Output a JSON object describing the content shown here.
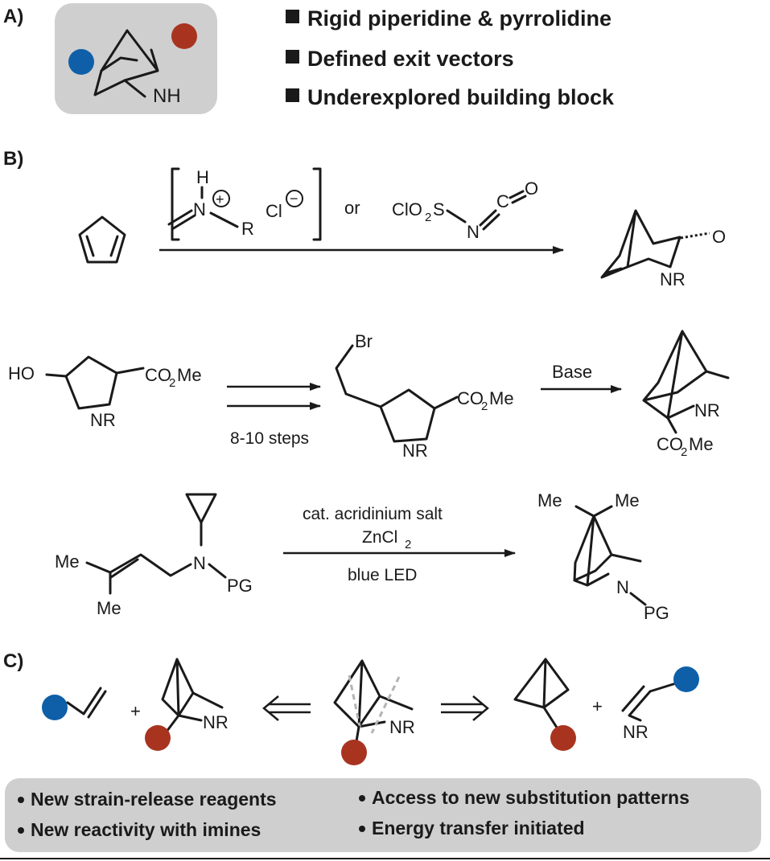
{
  "colors": {
    "blue": "#0e5fa8",
    "red": "#a83420",
    "panel": "#cfcfcf"
  },
  "section_a": {
    "label": "A)",
    "nh": "NH",
    "bullets": [
      "Rigid piperidine & pyrrolidine",
      "Defined exit vectors",
      "Underexplored building block"
    ]
  },
  "section_b": {
    "label": "B)",
    "row1": {
      "reagent_h": "H",
      "reagent_n": "N",
      "reagent_plus": "+",
      "reagent_r": "R",
      "reagent_cl": "Cl",
      "reagent_minus": "−",
      "or": "or",
      "cso_cl": "ClO",
      "cso_sub": "2",
      "cso_s": "S",
      "cso_n": "N",
      "cso_c": "C",
      "cso_o": "O",
      "product_o": "O",
      "product_nr": "NR"
    },
    "row2": {
      "ho": "HO",
      "co2me": "CO",
      "co2me_sub": "2",
      "co2me_tail": "Me",
      "nr": "NR",
      "steps": "8-10 steps",
      "br": "Br",
      "base": "Base"
    },
    "row3": {
      "reagent": "cat. acridinium salt",
      "zncl": "ZnCl",
      "zncl_sub": "2",
      "led": "blue LED",
      "me": "Me",
      "n": "N",
      "pg": "PG"
    }
  },
  "section_c": {
    "label": "C)",
    "plus": "+",
    "nr": "NR",
    "bullets_left": [
      "New strain-release reagents",
      "New reactivity with imines"
    ],
    "bullets_right": [
      "Access to new substitution patterns",
      "Energy transfer initiated"
    ]
  }
}
